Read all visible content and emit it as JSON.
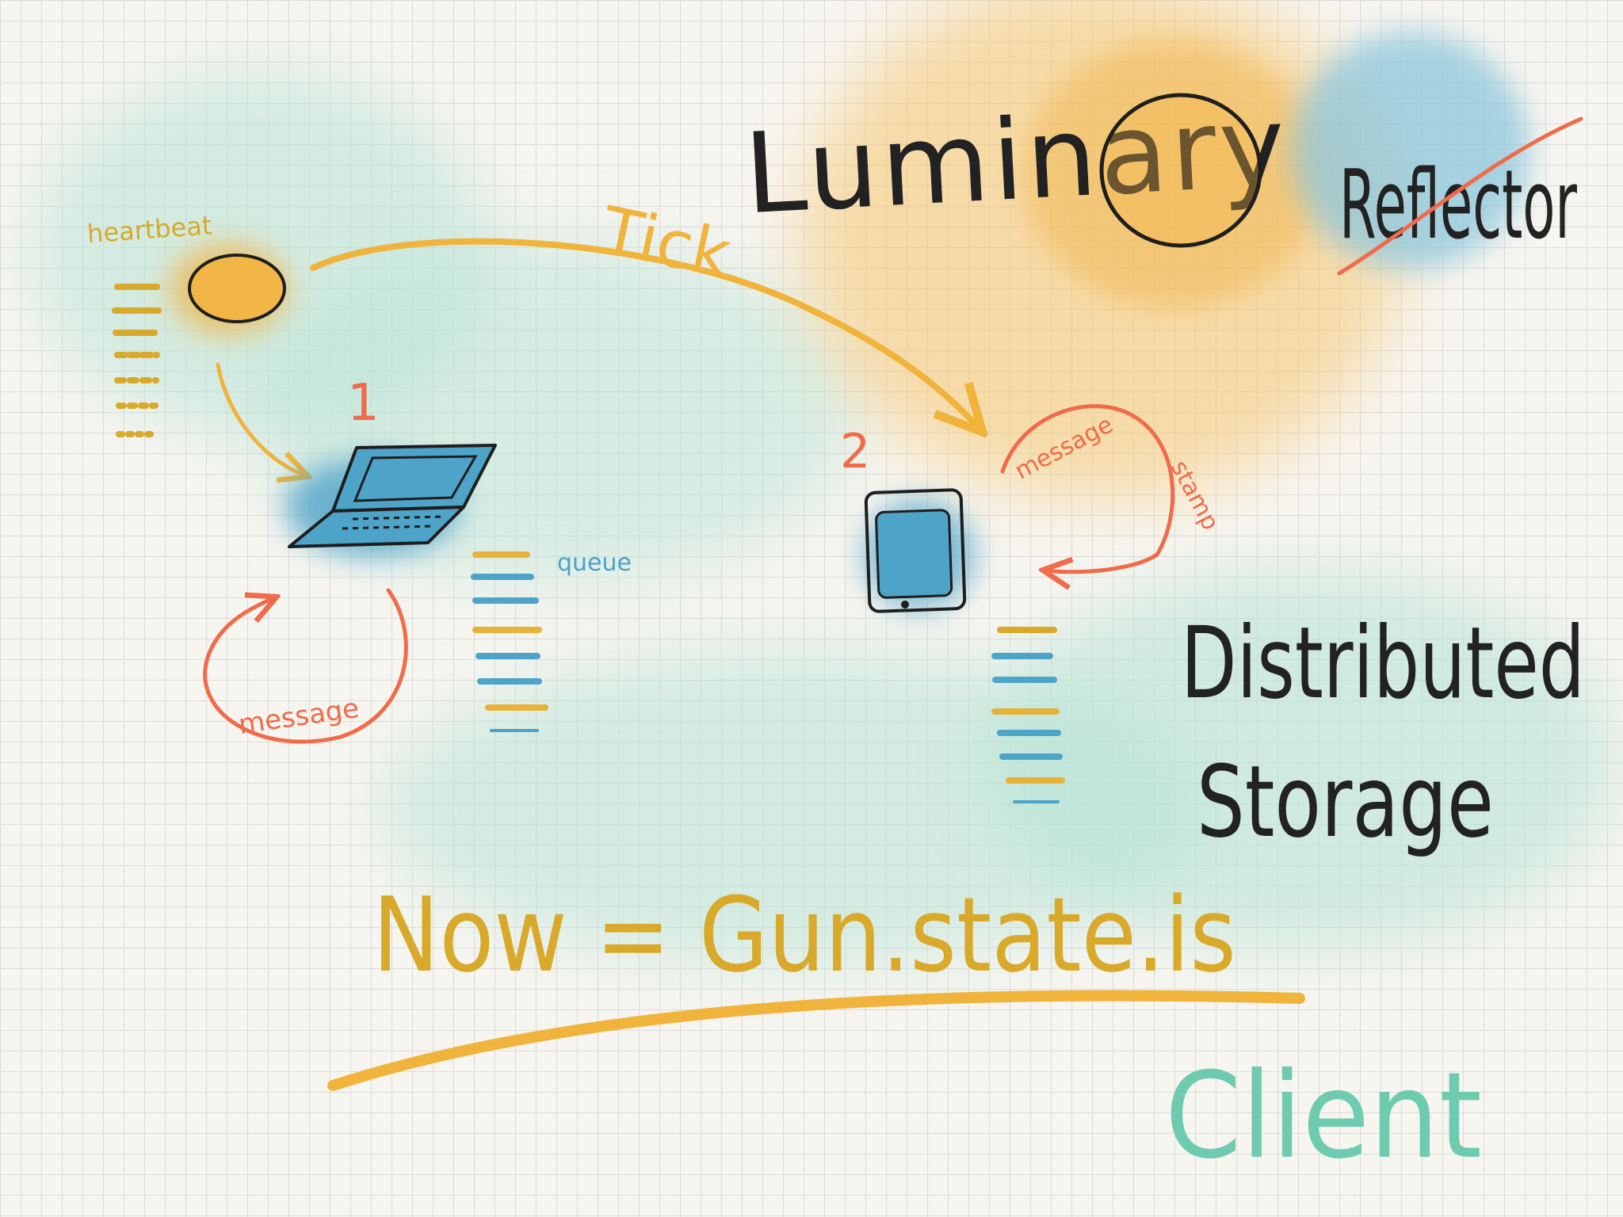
{
  "colors": {
    "ink": "#1e1e1e",
    "yellow": "#f0b33c",
    "mustard": "#d8a92a",
    "orange_red": "#f06b4a",
    "blue": "#4ea3c8",
    "teal_wash": "#b7e3d6",
    "orange_wash": "#f6c66e",
    "blue_wash": "#8cc6dc",
    "client_green": "#6fcbb0"
  },
  "labels": {
    "title": "Luminary",
    "reflector": "Reflector",
    "heartbeat": "heartbeat",
    "tick": "Tick",
    "step1": "1",
    "step2": "2",
    "queue": "queue",
    "message_left": "message",
    "message_right": "message",
    "stamp": "stamp",
    "distributed": "Distributed",
    "storage": "Storage",
    "formula": "Now = Gun.state.is",
    "client": "Client"
  },
  "icons": {
    "sun": "sun-icon",
    "heartbeat": "heartbeat-dot-icon",
    "laptop": "laptop-icon",
    "tablet": "tablet-icon"
  }
}
